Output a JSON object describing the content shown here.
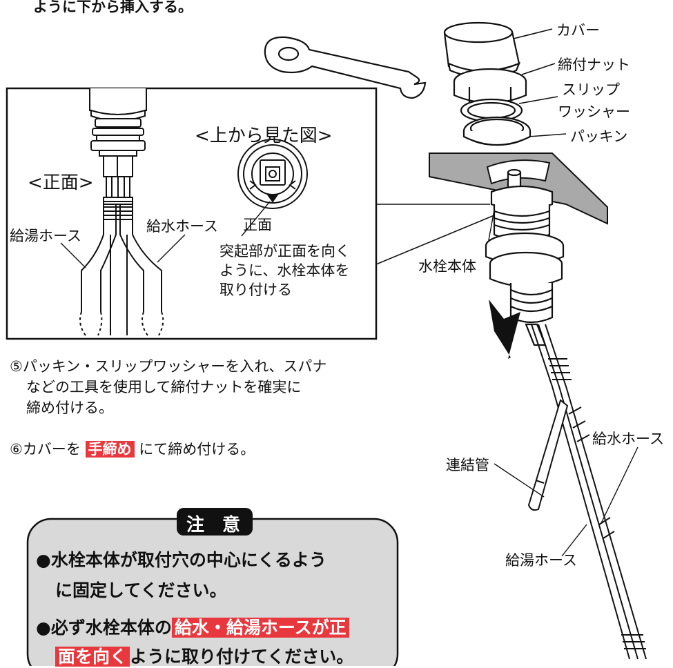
{
  "top_text": "ように下から挿入する。",
  "inset": {
    "title_top": "<上から見た図>",
    "title_front": "<正面>",
    "hose_hot": "給湯ホース",
    "hose_cold": "給水ホース",
    "front_label": "正面",
    "note_line1": "突起部が正面を向く",
    "note_line2": "ように、水栓本体を",
    "note_line3": "取り付ける"
  },
  "parts": {
    "cover": "カバー",
    "nut": "締付ナット",
    "slip_line1": "スリップ",
    "slip_line2": "ワッシャー",
    "packing": "パッキン",
    "body": "水栓本体",
    "connect_pipe": "連結管",
    "cold_hose": "給水ホース",
    "hot_hose": "給湯ホース"
  },
  "steps": {
    "s5_line1": "⑤パッキン・スリップワッシャーを入れ、スパナ",
    "s5_line2": "などの工具を使用して締付ナットを確実に",
    "s5_line3": "締め付ける。",
    "s6_pre": "⑥カバーを ",
    "s6_hl": "手締め",
    "s6_post": " にて締め付ける。"
  },
  "caution": {
    "title": "注　意",
    "b1_line1": "●水栓本体が取付穴の中心にくるよう",
    "b1_line2": "に固定してください。",
    "b2_pre": "●必ず水栓本体の",
    "b2_hl1": "給水・給湯ホースが正",
    "b2_hl2": "面を向く",
    "b2_post": "ように取り付けてください。"
  },
  "colors": {
    "highlight": "#e8383d",
    "caution_bg": "#d9d9d9",
    "band": "#a9a9a9"
  }
}
